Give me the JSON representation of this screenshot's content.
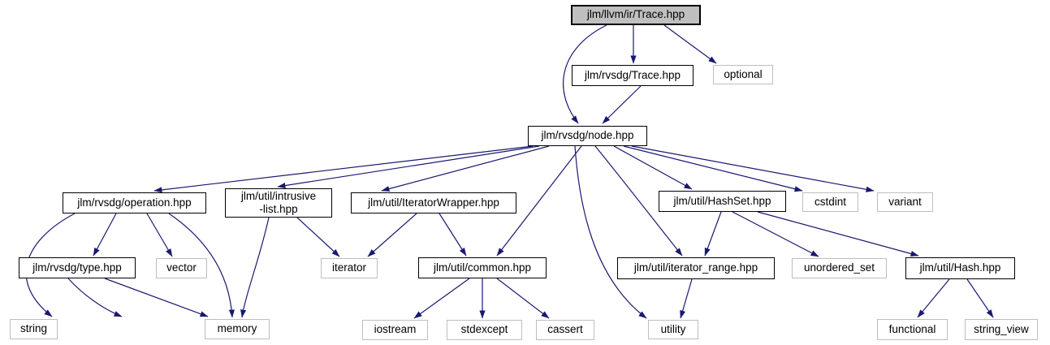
{
  "diagram": {
    "kind": "include-dependency-graph",
    "root_file": "jlm/llvm/ir/Trace.hpp",
    "colors": {
      "edge": "#191970",
      "root_fill": "#bfbfbf",
      "header_border": "#000000",
      "system_border": "#bebebe",
      "background": "#ffffff"
    }
  },
  "nodes": [
    {
      "id": "trace-llvm",
      "label": "jlm/llvm/ir/Trace.hpp",
      "kind": "root"
    },
    {
      "id": "trace-rvsdg",
      "label": "jlm/rvsdg/Trace.hpp",
      "kind": "header"
    },
    {
      "id": "optional",
      "label": "optional",
      "kind": "system"
    },
    {
      "id": "node",
      "label": "jlm/rvsdg/node.hpp",
      "kind": "header"
    },
    {
      "id": "operation",
      "label": "jlm/rvsdg/operation.hpp",
      "kind": "header"
    },
    {
      "id": "intrusive-list",
      "label": "jlm/util/intrusive\n-list.hpp",
      "kind": "header"
    },
    {
      "id": "iterator-wrapper",
      "label": "jlm/util/IteratorWrapper.hpp",
      "kind": "header"
    },
    {
      "id": "hashset",
      "label": "jlm/util/HashSet.hpp",
      "kind": "header"
    },
    {
      "id": "cstdint",
      "label": "cstdint",
      "kind": "system"
    },
    {
      "id": "variant",
      "label": "variant",
      "kind": "system"
    },
    {
      "id": "type",
      "label": "jlm/rvsdg/type.hpp",
      "kind": "header"
    },
    {
      "id": "vector",
      "label": "vector",
      "kind": "system"
    },
    {
      "id": "iterator",
      "label": "iterator",
      "kind": "system"
    },
    {
      "id": "common",
      "label": "jlm/util/common.hpp",
      "kind": "header"
    },
    {
      "id": "iterator-range",
      "label": "jlm/util/iterator_range.hpp",
      "kind": "header"
    },
    {
      "id": "unordered-set",
      "label": "unordered_set",
      "kind": "system"
    },
    {
      "id": "hash",
      "label": "jlm/util/Hash.hpp",
      "kind": "header"
    },
    {
      "id": "string",
      "label": "string",
      "kind": "system"
    },
    {
      "id": "memory",
      "label": "memory",
      "kind": "system"
    },
    {
      "id": "iostream",
      "label": "iostream",
      "kind": "system"
    },
    {
      "id": "stdexcept",
      "label": "stdexcept",
      "kind": "system"
    },
    {
      "id": "cassert",
      "label": "cassert",
      "kind": "system"
    },
    {
      "id": "utility",
      "label": "utility",
      "kind": "system"
    },
    {
      "id": "functional",
      "label": "functional",
      "kind": "system"
    },
    {
      "id": "string-view",
      "label": "string_view",
      "kind": "system"
    }
  ],
  "edges": [
    {
      "from": "trace-llvm",
      "to": "trace-rvsdg"
    },
    {
      "from": "trace-llvm",
      "to": "optional"
    },
    {
      "from": "trace-llvm",
      "to": "node"
    },
    {
      "from": "trace-rvsdg",
      "to": "node"
    },
    {
      "from": "node",
      "to": "operation"
    },
    {
      "from": "node",
      "to": "intrusive-list"
    },
    {
      "from": "node",
      "to": "iterator-wrapper"
    },
    {
      "from": "node",
      "to": "hashset"
    },
    {
      "from": "node",
      "to": "cstdint"
    },
    {
      "from": "node",
      "to": "variant"
    },
    {
      "from": "node",
      "to": "common"
    },
    {
      "from": "node",
      "to": "iterator-range"
    },
    {
      "from": "node",
      "to": "utility"
    },
    {
      "from": "operation",
      "to": "string"
    },
    {
      "from": "operation",
      "to": "type"
    },
    {
      "from": "operation",
      "to": "vector"
    },
    {
      "from": "operation",
      "to": "memory"
    },
    {
      "from": "type",
      "to": "string"
    },
    {
      "from": "type",
      "to": "memory"
    },
    {
      "from": "intrusive-list",
      "to": "memory"
    },
    {
      "from": "intrusive-list",
      "to": "iterator"
    },
    {
      "from": "iterator-wrapper",
      "to": "iterator"
    },
    {
      "from": "iterator-wrapper",
      "to": "common"
    },
    {
      "from": "common",
      "to": "iostream"
    },
    {
      "from": "common",
      "to": "stdexcept"
    },
    {
      "from": "common",
      "to": "cassert"
    },
    {
      "from": "hashset",
      "to": "iterator-range"
    },
    {
      "from": "hashset",
      "to": "unordered-set"
    },
    {
      "from": "hashset",
      "to": "hash"
    },
    {
      "from": "iterator-range",
      "to": "utility"
    },
    {
      "from": "hash",
      "to": "functional"
    },
    {
      "from": "hash",
      "to": "string-view"
    }
  ]
}
